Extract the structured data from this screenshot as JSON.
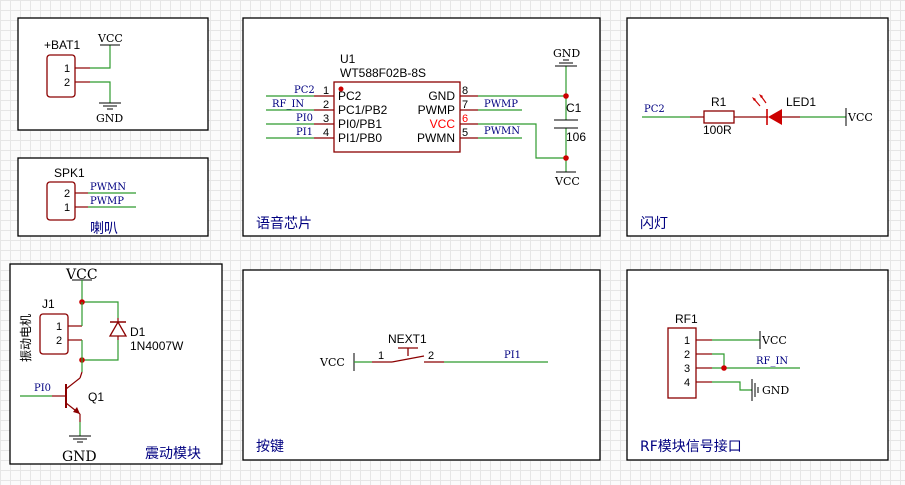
{
  "titles": {
    "speaker": "喇叭",
    "voice_chip": "语音芯片",
    "flash_light": "闪灯",
    "vibration": "震动模块",
    "button": "按键",
    "rf": "RF模块信号接口"
  },
  "power": {
    "vcc": "VCC",
    "gnd": "GND"
  },
  "battery": {
    "designator": "+BAT1",
    "pins": [
      "1",
      "2"
    ]
  },
  "speaker": {
    "designator": "SPK1",
    "pins": [
      "2",
      "1"
    ],
    "nets": [
      "PWMN",
      "PWMP"
    ]
  },
  "chip": {
    "designator": "U1",
    "part": "WT588F02B-8S",
    "left_pins": [
      {
        "num": "1",
        "name": "PC2",
        "net": "PC2"
      },
      {
        "num": "2",
        "name": "PC1/PB2",
        "net": "RF_IN"
      },
      {
        "num": "3",
        "name": "PI0/PB1",
        "net": "PI0"
      },
      {
        "num": "4",
        "name": "PI1/PB0",
        "net": "PI1"
      }
    ],
    "right_pins": [
      {
        "num": "8",
        "name": "GND",
        "net": ""
      },
      {
        "num": "7",
        "name": "PWMP",
        "net": "PWMP"
      },
      {
        "num": "6",
        "name": "VCC",
        "net": ""
      },
      {
        "num": "5",
        "name": "PWMN",
        "net": "PWMN"
      }
    ]
  },
  "cap": {
    "designator": "C1",
    "value": "106"
  },
  "led_circuit": {
    "net": "PC2",
    "resistor": "R1",
    "resistor_value": "100R",
    "led": "LED1"
  },
  "vibration": {
    "connector": "J1",
    "connector_label": "振动电机",
    "pins": [
      "1",
      "2"
    ],
    "diode": "D1",
    "diode_part": "1N4007W",
    "transistor": "Q1",
    "net": "PI0"
  },
  "button": {
    "designator": "NEXT1",
    "pins": [
      "1",
      "2"
    ],
    "net": "PI1"
  },
  "rf": {
    "designator": "RF1",
    "pins": [
      "1",
      "2",
      "3",
      "4"
    ],
    "net": "RF_IN"
  }
}
